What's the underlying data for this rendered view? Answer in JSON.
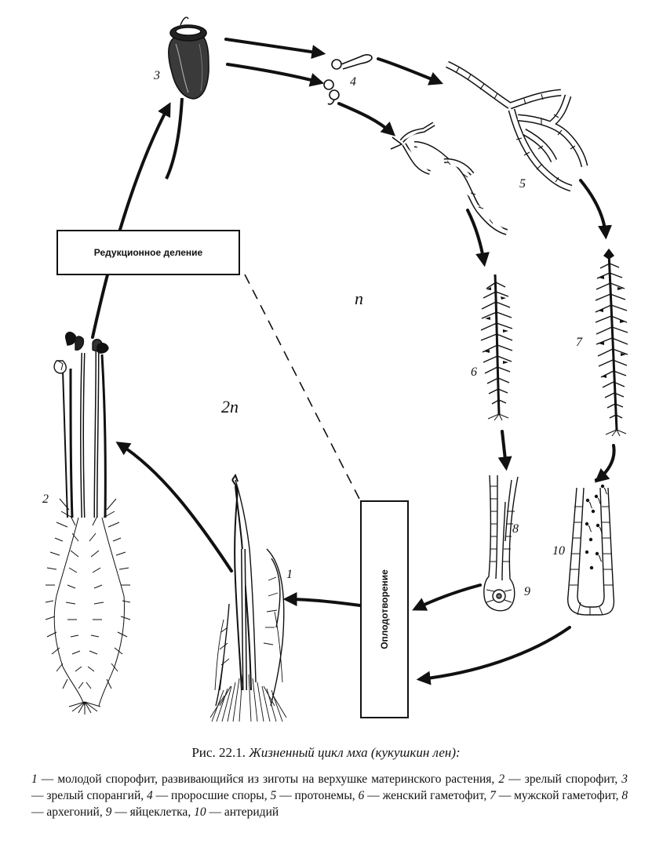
{
  "boxes": {
    "reduction_division": "Редукционное деление",
    "fertilization": "Оплодотворение"
  },
  "ploidy": {
    "haploid": "n",
    "diploid": "2n"
  },
  "stage_numbers": [
    "1",
    "2",
    "3",
    "4",
    "5",
    "6",
    "7",
    "8",
    "9",
    "10"
  ],
  "caption": {
    "figure_label": "Рис. 22.1.",
    "figure_title": "Жизненный цикл мха (кукушкин лен):",
    "legend": [
      {
        "num": "1",
        "text": "молодой спорофит, развивающийся из зиготы на верхушке материнского растения"
      },
      {
        "num": "2",
        "text": "зрелый спорофит"
      },
      {
        "num": "3",
        "text": "зрелый спорангий"
      },
      {
        "num": "4",
        "text": "проросшие споры"
      },
      {
        "num": "5",
        "text": "протонемы"
      },
      {
        "num": "6",
        "text": "женский гаметофит"
      },
      {
        "num": "7",
        "text": "мужской гаметофит"
      },
      {
        "num": "8",
        "text": "архегоний"
      },
      {
        "num": "9",
        "text": "яйцеклетка"
      },
      {
        "num": "10",
        "text": "антеридий"
      }
    ]
  },
  "colors": {
    "ink": "#111111",
    "paper": "#ffffff"
  },
  "icons": [
    "moss-capsule",
    "germinating-spore",
    "protonema",
    "female-gametophyte",
    "male-gametophyte",
    "archegonium",
    "antheridium",
    "young-sporophyte",
    "mature-sporophyte"
  ]
}
